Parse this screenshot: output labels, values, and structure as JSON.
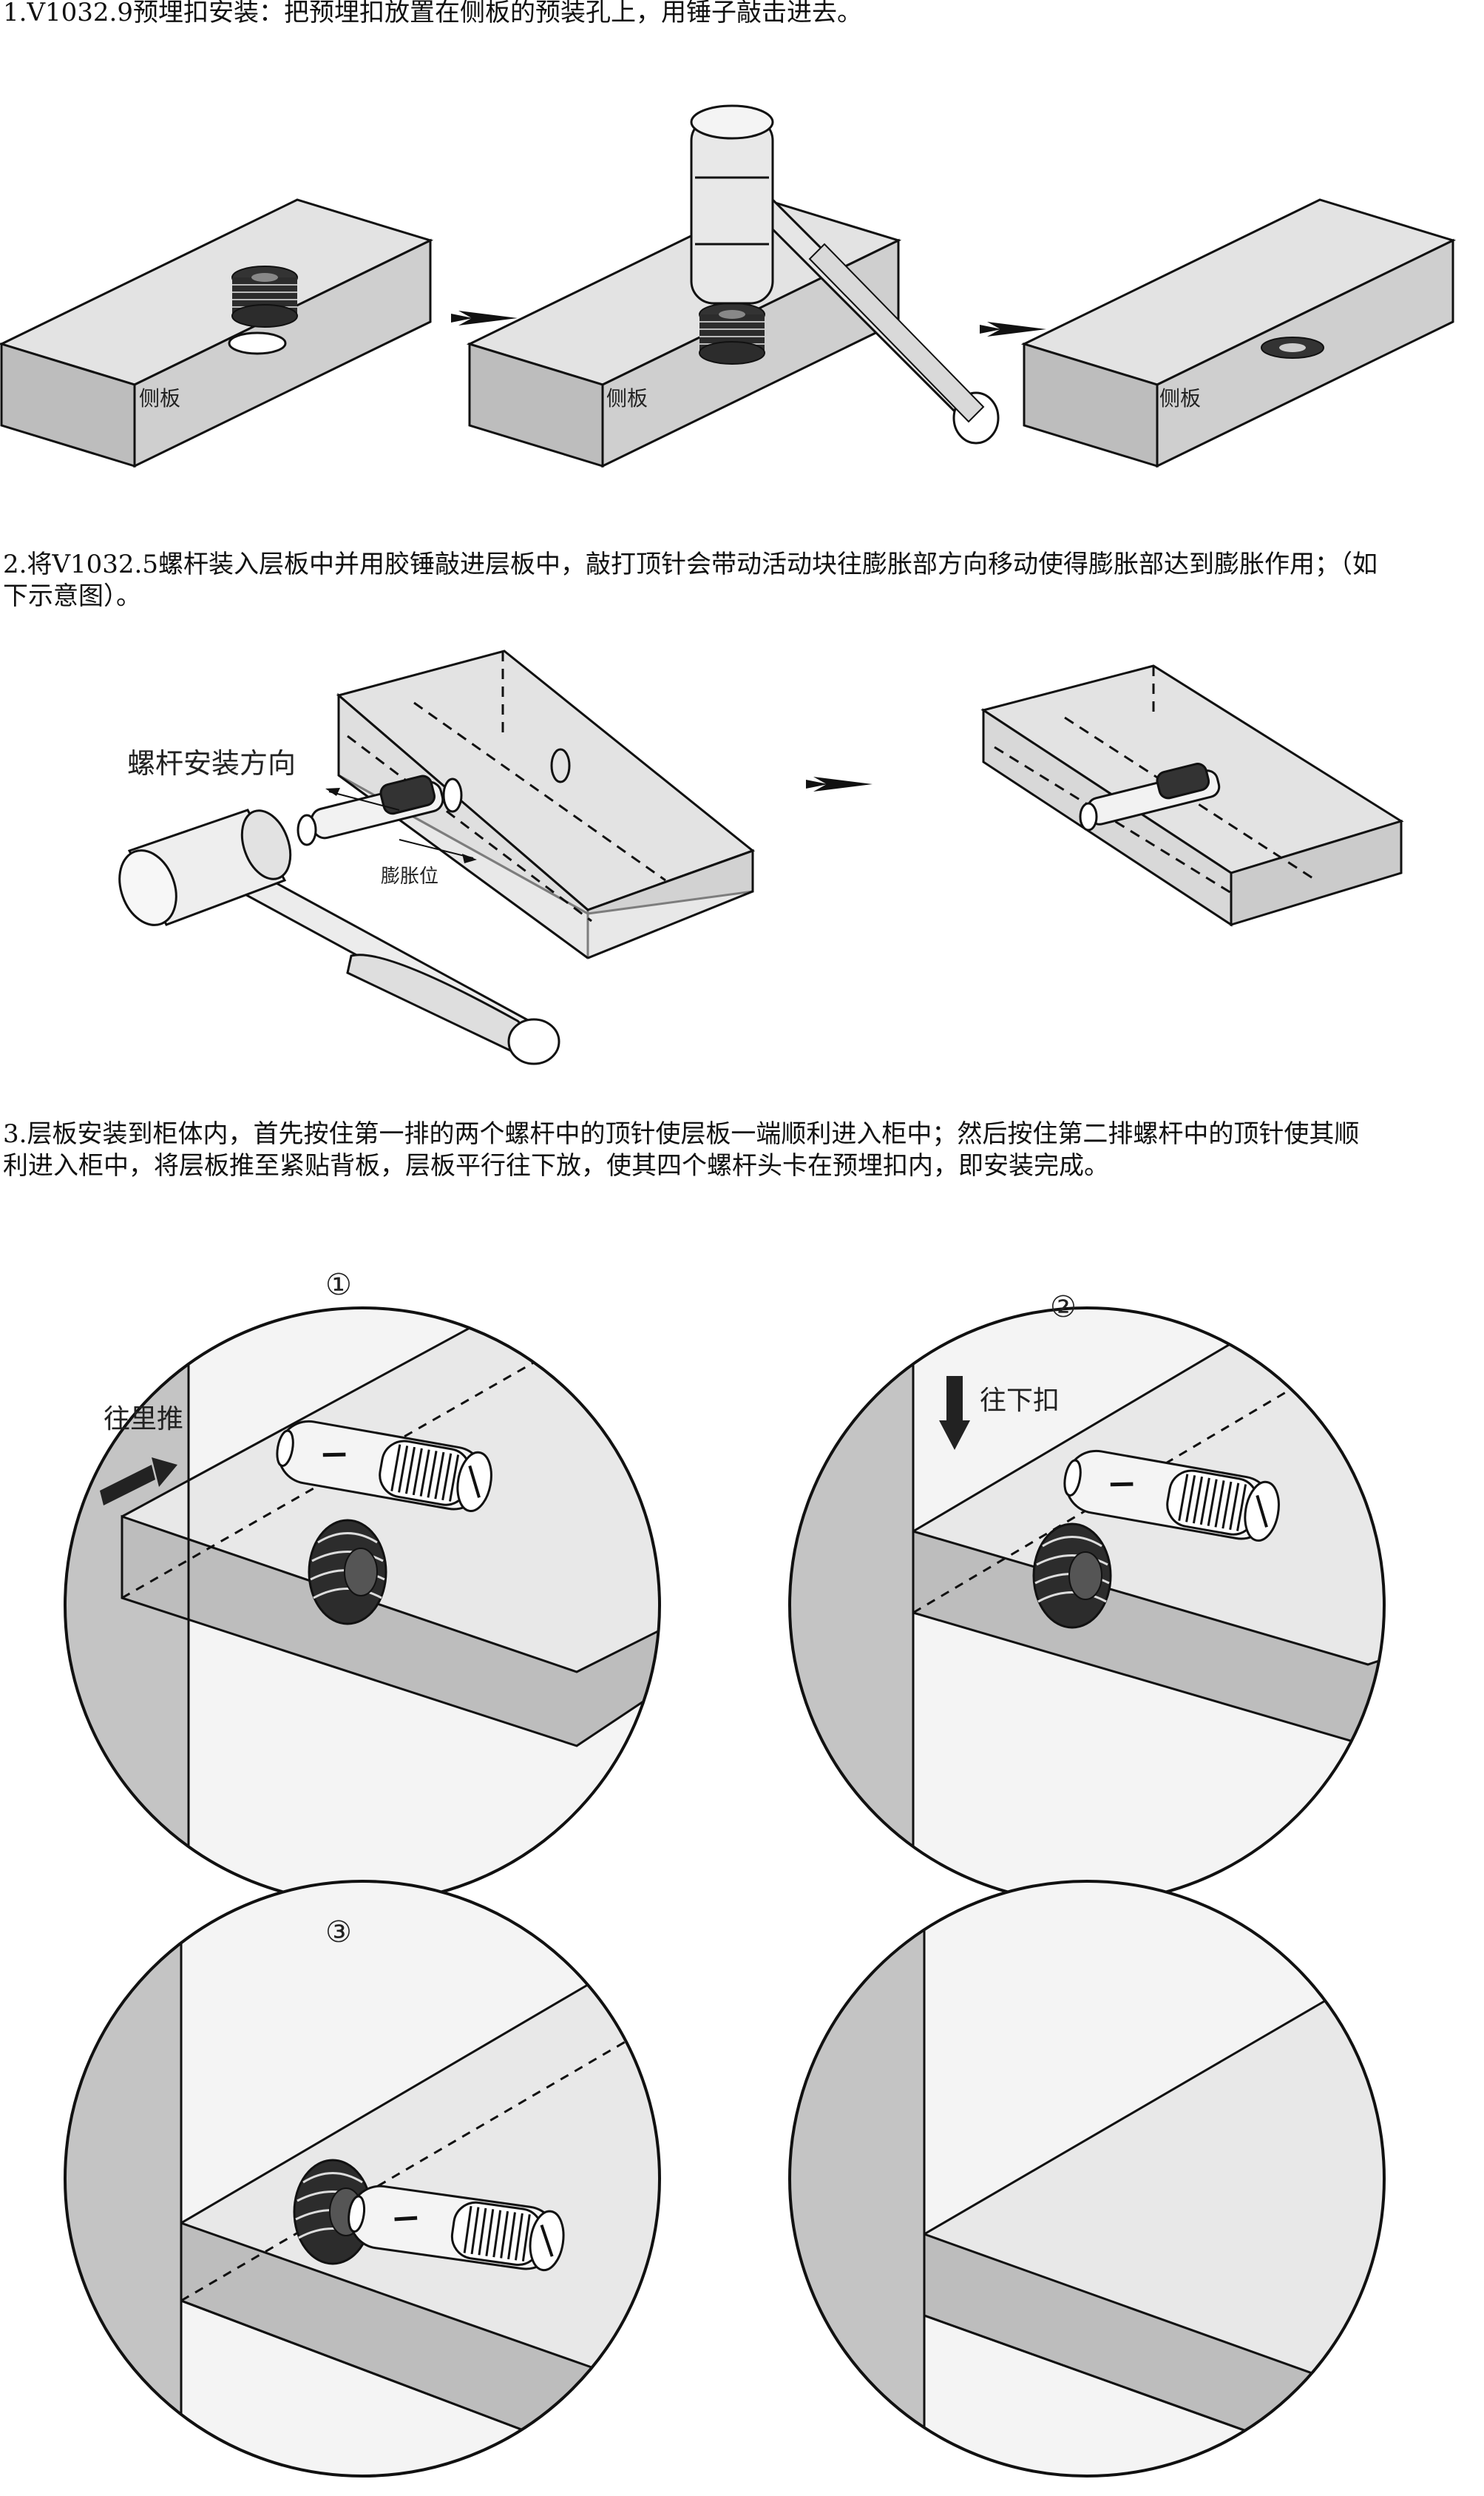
{
  "steps": [
    {
      "lines": [
        "1.V1032.9预埋扣安装：把预埋扣放置在侧板的预装孔上，用锤子敲击进去。"
      ],
      "board_label": "侧板"
    },
    {
      "lines": [
        "2.将V1032.5螺杆装入层板中并用胶锤敲进层板中，敲打顶针会带动活动块往膨胀部方向移动使得膨胀部达到膨胀作用；（如",
        "下示意图）。"
      ],
      "direction_label": "螺杆安装方向",
      "expansion_label": "膨胀位"
    },
    {
      "lines": [
        "3.层板安装到柜体内，首先按住第一排的两个螺杆中的顶针使层板一端顺利进入柜中；然后按住第二排螺杆中的顶针使其顺",
        "利进入柜中，将层板推至紧贴背板，层板平行往下放，使其四个螺杆头卡在预埋扣内，即安装完成。"
      ],
      "panels": [
        {
          "number": "①",
          "action": "往里推"
        },
        {
          "number": "②",
          "action": "往下扣"
        },
        {
          "number": "③",
          "action": ""
        }
      ]
    }
  ],
  "colors": {
    "board_top": "#e0e0e0",
    "board_side": "#bdbdbd",
    "line": "#111111",
    "dark": "#2a2a2a"
  }
}
